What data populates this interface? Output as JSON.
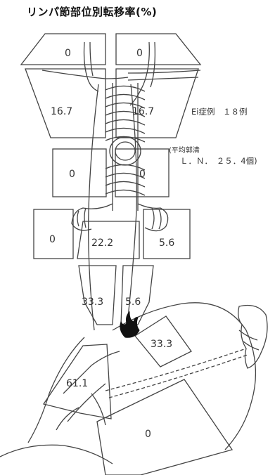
{
  "title": "リンパ節部位別転移率(%)",
  "case_info": "Ei症例　１８例",
  "avg_label": "(平均郭清",
  "avg_value": "Ｌ．Ｎ．　２５．4個)",
  "stations": {
    "upper_left": "0",
    "upper_right": "0",
    "upper_para_left": "16.7",
    "upper_para_right": "16.7",
    "middle_left": "0",
    "middle_right": "0",
    "hilar_left": "0",
    "subcarinal": "22.2",
    "hilar_right": "5.6",
    "lower_left": "33.3",
    "lower_right": "5.6",
    "cardia_right": "33.3",
    "lesser_curvature": "61.1",
    "abdominal": "0"
  }
}
